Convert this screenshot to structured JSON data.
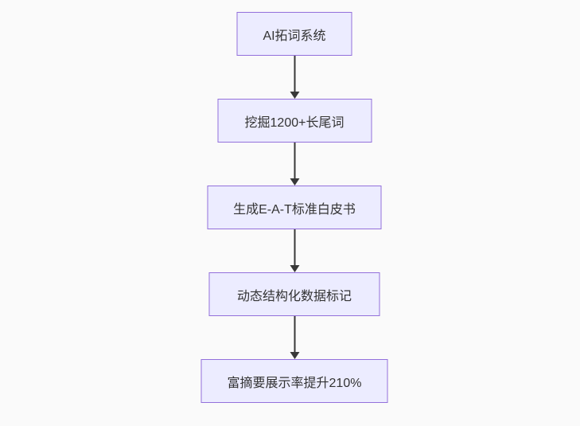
{
  "diagram": {
    "type": "flowchart",
    "direction": "top-down",
    "nodes": [
      {
        "id": "n1",
        "label": "AI拓词系统"
      },
      {
        "id": "n2",
        "label": "挖掘1200+长尾词"
      },
      {
        "id": "n3",
        "label": "生成E-A-T标准白皮书"
      },
      {
        "id": "n4",
        "label": "动态结构化数据标记"
      },
      {
        "id": "n5",
        "label": "富摘要展示率提升210%"
      }
    ],
    "edges": [
      {
        "from": "n1",
        "to": "n2"
      },
      {
        "from": "n2",
        "to": "n3"
      },
      {
        "from": "n3",
        "to": "n4"
      },
      {
        "from": "n4",
        "to": "n5"
      }
    ],
    "colors": {
      "background": "#fafafa",
      "node_fill": "#ECECFF",
      "node_border": "#9370DB",
      "text": "#333333",
      "arrow": "#383838"
    }
  }
}
